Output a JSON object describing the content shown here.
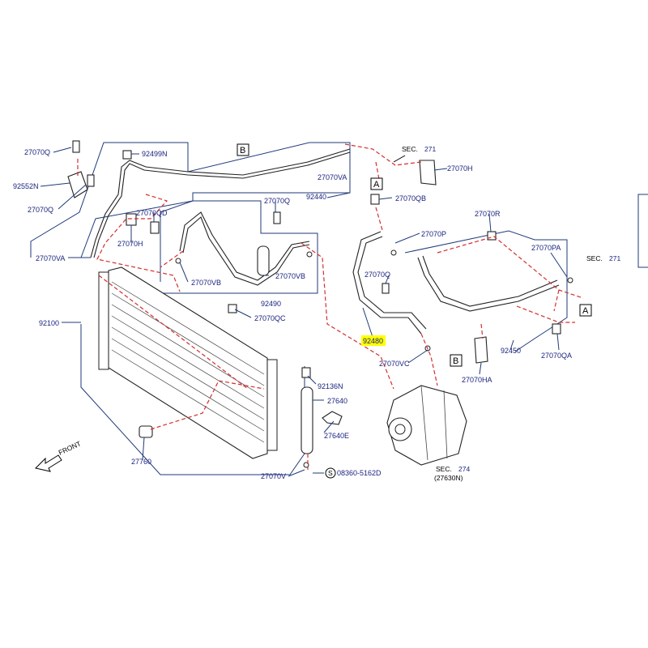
{
  "labels": {
    "q_top": "27070Q",
    "n_92552": "92552N",
    "q_left": "27070Q",
    "n_92499": "92499N",
    "va_left": "27070VA",
    "qd": "27070QD",
    "h_left": "27070H",
    "vb_left": "27070VB",
    "q_mid": "27070Q",
    "vb_mid": "27070VB",
    "p_92490": "92490",
    "qc": "27070QC",
    "p_92100": "92100",
    "va_top": "27070VA",
    "p_92440": "92440",
    "h_right": "27070H",
    "qb": "27070QB",
    "p_27070p": "27070P",
    "q_right": "27070Q",
    "p_92480": "92480",
    "vc": "27070VC",
    "r": "27070R",
    "pa": "27070PA",
    "p_92450": "92450",
    "qa": "27070QA",
    "ha": "27070HA",
    "n_92136": "92136N",
    "p_27640": "27640",
    "e_27640": "27640E",
    "p_27760": "27760",
    "v": "27070V",
    "s_bolt": "08360-5162D",
    "sec_274_ref": "274",
    "sec_274_sub": "(27630N)"
  },
  "sec_word": "SEC.",
  "sec_ref_271": "271",
  "s_symbol": "S",
  "markers": {
    "b_top": "B",
    "a_mid": "A",
    "a_right": "A",
    "b_bottom": "B"
  },
  "front_label": "FRONT",
  "highlight_color": "#ffff00",
  "leader_color": "#1f3a7a",
  "dash_color": "#d32f2f"
}
